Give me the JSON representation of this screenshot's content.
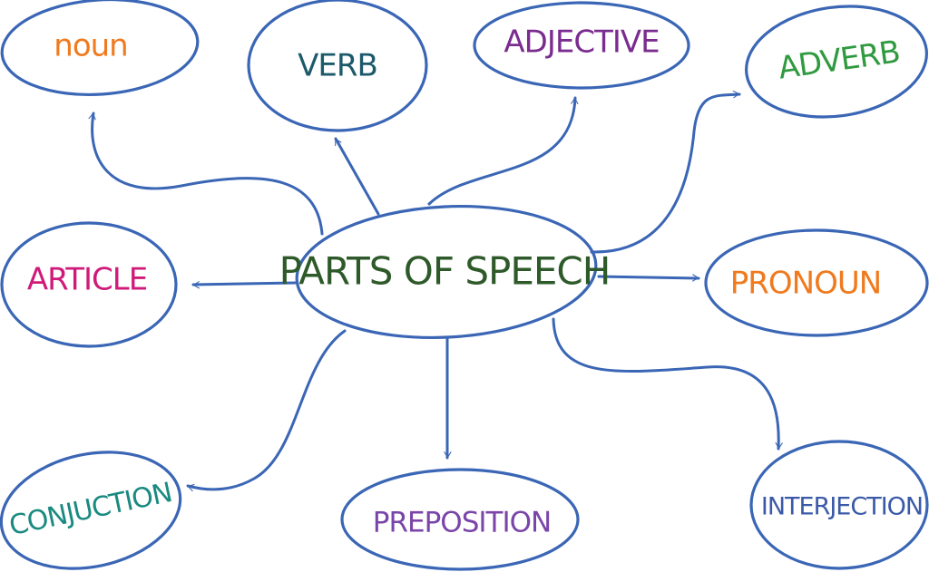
{
  "center": {
    "label": "PARTS OF SPEECH",
    "color": "#2e5a2a"
  },
  "nodes": [
    {
      "id": "noun",
      "label": "noun",
      "color": "#f07a1e"
    },
    {
      "id": "verb",
      "label": "VERB",
      "color": "#1c5a6a"
    },
    {
      "id": "adjective",
      "label": "ADJECTIVE",
      "color": "#7a2c8f"
    },
    {
      "id": "adverb",
      "label": "ADVERB",
      "color": "#2f9a3f"
    },
    {
      "id": "article",
      "label": "ARTICLE",
      "color": "#d01a7a"
    },
    {
      "id": "pronoun",
      "label": "PRONOUN",
      "color": "#f07a1e"
    },
    {
      "id": "conjuction",
      "label": "CONJUCTION",
      "color": "#1a8a80"
    },
    {
      "id": "preposition",
      "label": "PREPOSITION",
      "color": "#7a45a8"
    },
    {
      "id": "interjection",
      "label": "INTERJECTION",
      "color": "#3a5aa8"
    }
  ],
  "line_color": "#3a66b5"
}
